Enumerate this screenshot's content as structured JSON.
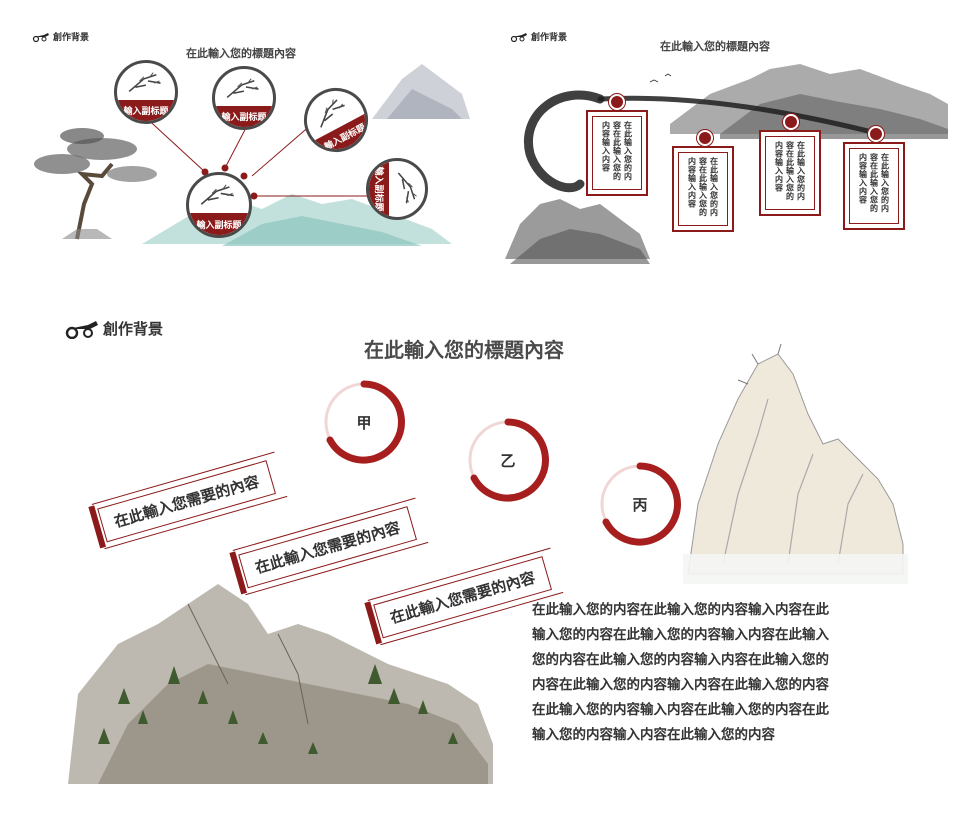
{
  "brand": {
    "logo_text": "創作背景",
    "accent": "#8b1a1a"
  },
  "slide1": {
    "title": "在此輸入您的標題內容",
    "nodes": [
      {
        "label": "輸入副标题"
      },
      {
        "label": "輸入副标题"
      },
      {
        "label": "輸入副标题"
      },
      {
        "label": "輸入副标题"
      },
      {
        "label": "輸入副标题"
      }
    ]
  },
  "slide2": {
    "title": "在此輸入您的標題內容",
    "cards": [
      {
        "text": "在此输入您的内容在此输入您的内容输入内容"
      },
      {
        "text": "在此输入您的内容在此输入您的内容输入内容"
      },
      {
        "text": "在此输入您的内容在此输入您的内容输入内容"
      },
      {
        "text": "在此输入您的内容在此输入您的内容输入内容"
      }
    ]
  },
  "slide3": {
    "title": "在此輸入您的標題內容",
    "items": [
      {
        "banner": "在此輸入您需要的內容",
        "badge": "甲"
      },
      {
        "banner": "在此輸入您需要的內容",
        "badge": "乙"
      },
      {
        "banner": "在此輸入您需要的內容",
        "badge": "丙"
      }
    ],
    "body_lines": [
      "在此输入您的内容在此输入您的内容输入内容在此",
      "输入您的内容在此输入您的内容输入内容在此输入",
      "您的内容在此输入您的内容输入内容在此输入您的",
      "内容在此输入您的内容输入内容在此输入您的内容",
      "在此输入您的内容输入内容在此输入您的内容在此",
      "输入您的内容输入内容在此输入您的内容"
    ]
  }
}
